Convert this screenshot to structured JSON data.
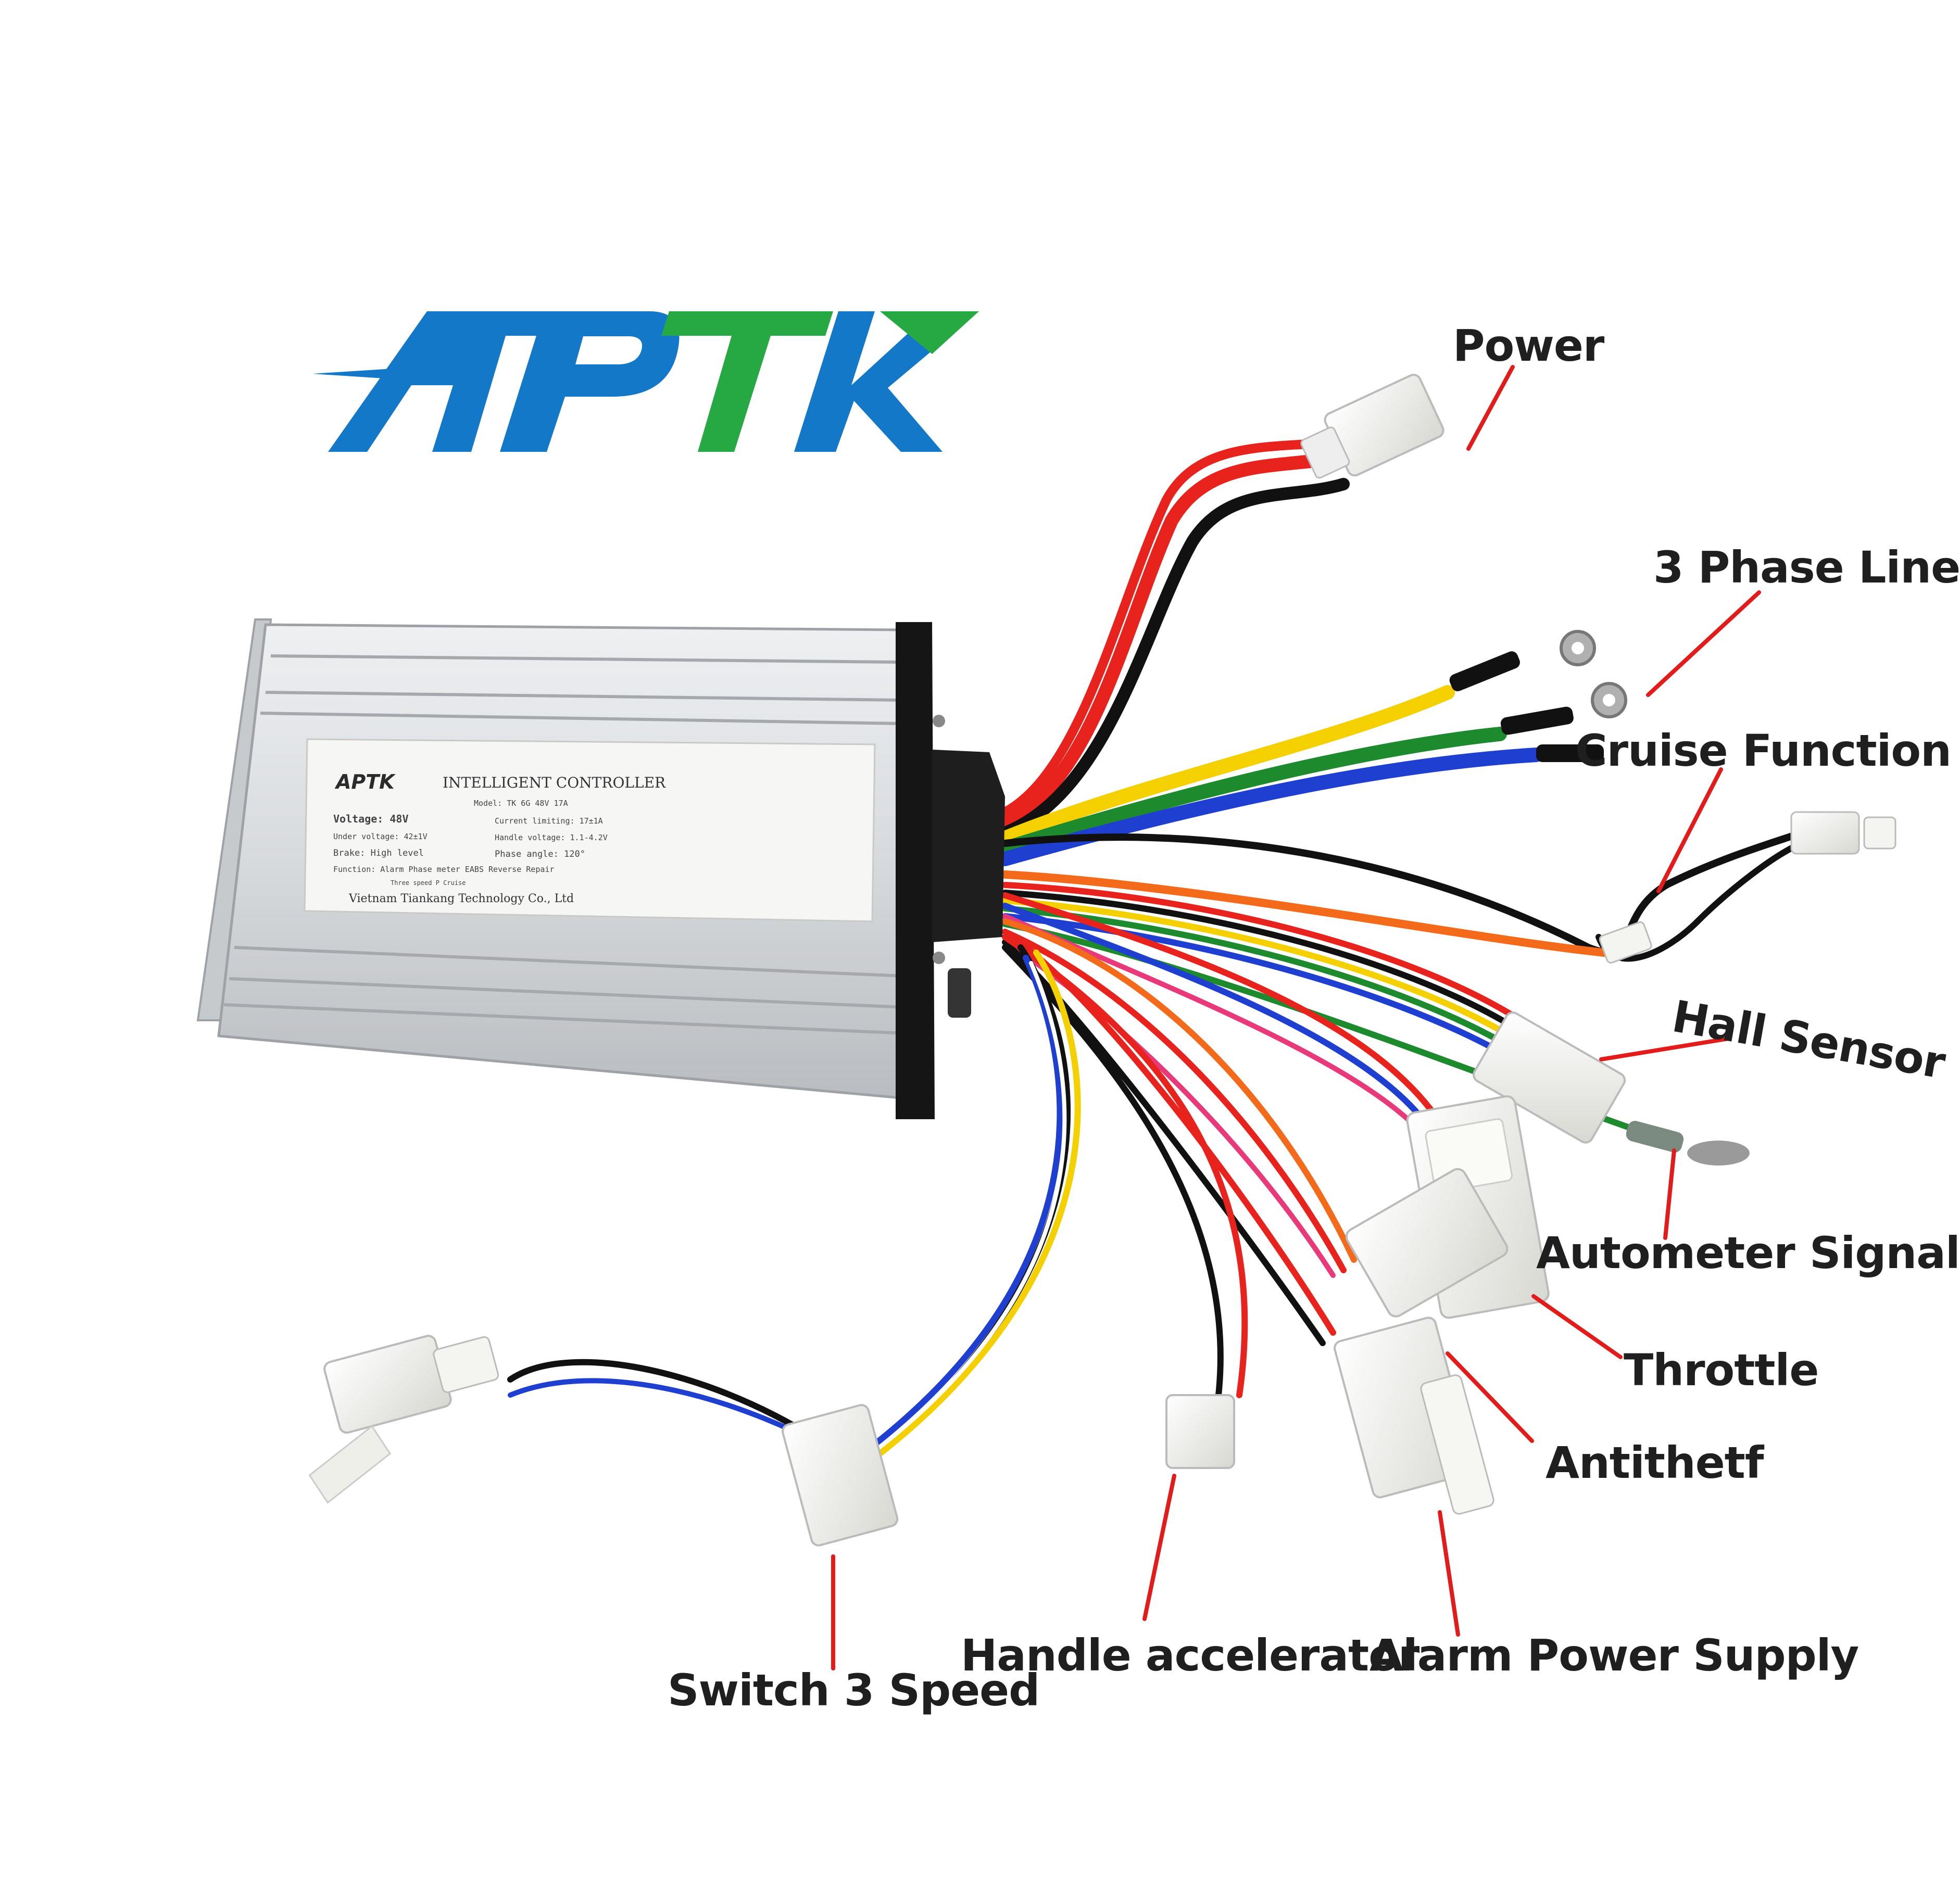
{
  "brand": {
    "logo_text": "APTK",
    "colors": {
      "blue": "#1478c8",
      "green": "#26a843"
    }
  },
  "controller": {
    "sticker": {
      "logo": "APTK",
      "heading": "INTELLIGENT  CONTROLLER",
      "model": "Model: TK 6G 48V 17A",
      "voltage": "Voltage: 48V",
      "current_limiting": "Current limiting: 17±1A",
      "under_voltage": "Under voltage: 42±1V",
      "handle_voltage": "Handle voltage: 1.1-4.2V",
      "brake": "Brake: High level",
      "phase_angle": "Phase angle: 120°",
      "function": "Function: Alarm Phase meter EABS Reverse Repair",
      "function_2": "Three speed P Cruise",
      "manufacturer": "Vietnam Tiankang Technology Co., Ltd"
    }
  },
  "callouts": {
    "power": "Power",
    "three_phase_line": "3 Phase Line",
    "cruise_function": "Cruise Function",
    "hall_sensor": "Hall Sensor",
    "autometer_signal": "Autometer Signal",
    "throttle": "Throttle",
    "antithetf": "Antithetf",
    "alarm_power_supply": "Alarm Power Supply",
    "handle_accelerator": "Handle accelerator",
    "switch_3_speed": "Switch 3 Speed"
  },
  "colors": {
    "pointer": "#e21b1b",
    "label_text": "#1f1f1f",
    "housing": "#d4d6da",
    "endcap": "#111111",
    "connector": "#f2f2ee",
    "wires": [
      "#e8231e",
      "#111111",
      "#f5d000",
      "#1e8a2e",
      "#f26a1a",
      "#1f3fd0",
      "#ffffff",
      "#e83a7a"
    ]
  }
}
